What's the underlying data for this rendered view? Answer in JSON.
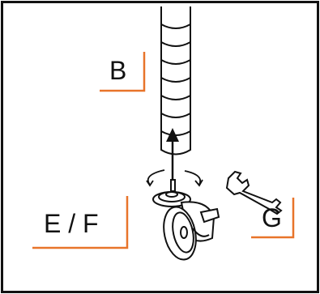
{
  "labels": {
    "pole": "B",
    "caster_parts": "E / F",
    "wrench": "G"
  },
  "colors": {
    "frame": "#111111",
    "bracket": "#e8742a",
    "line": "#111111",
    "fill": "#ffffff"
  },
  "icons": {
    "pole": "post-icon",
    "arrow": "up-arrow-icon",
    "rotation": "rotate-icon",
    "caster": "caster-wheel-icon",
    "wrench": "wrench-icon"
  }
}
